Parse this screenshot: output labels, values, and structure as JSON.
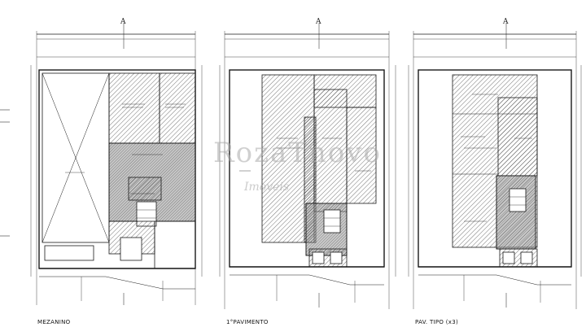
{
  "plans": [
    {
      "id": "mezanino",
      "title": "MEZANINO"
    },
    {
      "id": "pavimento1",
      "title": "1°PAVIMENTO"
    },
    {
      "id": "pavtipo",
      "title": "PAV. TIPO (x3)"
    }
  ],
  "section_mark": "A",
  "watermark": {
    "brand": "RozaTnovo",
    "tagline": "Imoveis"
  },
  "colors": {
    "line": "#1a1a1a",
    "hatch": "#3a3a3a",
    "fill_dark": "#9a9a9a",
    "paper": "#ffffff"
  }
}
